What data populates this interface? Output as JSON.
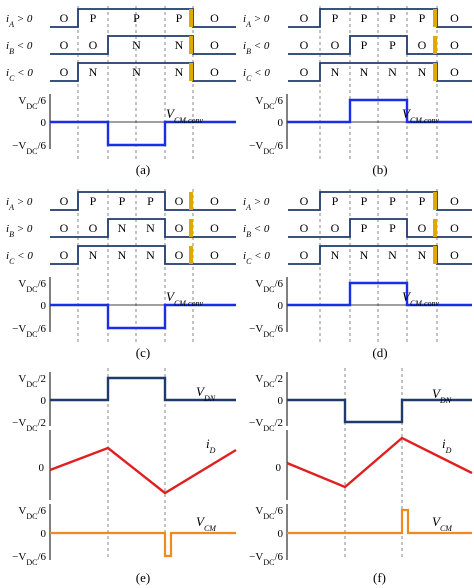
{
  "colors": {
    "switching_line": "#1f3a6b",
    "vcm_conv": "#1a2ee6",
    "dc_state": "#e0a800",
    "pink_state": "#d98aa0",
    "id_current": "#e02020",
    "vcm": "#f08a1e",
    "vdn": "#1f3a6b"
  },
  "panels": [
    {
      "caption": "(a)",
      "rows": [
        {
          "label_main": "i",
          "label_sub": "A",
          "label_rest": " > 0",
          "states": [
            "O",
            "P",
            "P",
            "P",
            "O"
          ]
        },
        {
          "label_main": "i",
          "label_sub": "B",
          "label_rest": " < 0",
          "states": [
            "O",
            "O",
            "N",
            "N",
            "O"
          ]
        },
        {
          "label_main": "i",
          "label_sub": "C",
          "label_rest": " < 0",
          "states": [
            "O",
            "N",
            "N",
            "N",
            "O"
          ]
        }
      ],
      "ticks": [
        "V",
        "DC",
        "/6",
        "0",
        "−V",
        "DC",
        "/6"
      ],
      "vcm_label": "V",
      "vcm_sub": "CM.conv"
    },
    {
      "caption": "(b)",
      "rows": [
        {
          "label_main": "i",
          "label_sub": "A",
          "label_rest": " > 0",
          "states": [
            "O",
            "P",
            "P",
            "P",
            "P",
            "O"
          ]
        },
        {
          "label_main": "i",
          "label_sub": "B",
          "label_rest": " < 0",
          "states": [
            "O",
            "O",
            "P",
            "P",
            "O",
            "O"
          ]
        },
        {
          "label_main": "i",
          "label_sub": "C",
          "label_rest": " < 0",
          "states": [
            "O",
            "N",
            "N",
            "N",
            "N",
            "O"
          ]
        }
      ],
      "ticks": [
        "V",
        "DC",
        "/6",
        "0",
        "−V",
        "DC",
        "/6"
      ],
      "vcm_label": "V",
      "vcm_sub": "CM.conv"
    },
    {
      "caption": "(c)",
      "rows": [
        {
          "label_main": "i",
          "label_sub": "A",
          "label_rest": " > 0",
          "states": [
            "O",
            "P",
            "P",
            "P",
            "O",
            "O"
          ]
        },
        {
          "label_main": "i",
          "label_sub": "B",
          "label_rest": " > 0",
          "states": [
            "O",
            "O",
            "N",
            "N",
            "O",
            "O"
          ]
        },
        {
          "label_main": "i",
          "label_sub": "C",
          "label_rest": " < 0",
          "states": [
            "O",
            "N",
            "N",
            "N",
            "O",
            "O"
          ]
        }
      ],
      "ticks": [
        "V",
        "DC",
        "/6",
        "0",
        "−V",
        "DC",
        "/6"
      ],
      "vcm_label": "V",
      "vcm_sub": "CM.conv"
    },
    {
      "caption": "(d)",
      "rows": [
        {
          "label_main": "i",
          "label_sub": "A",
          "label_rest": " > 0",
          "states": [
            "O",
            "P",
            "P",
            "P",
            "P",
            "O"
          ]
        },
        {
          "label_main": "i",
          "label_sub": "B",
          "label_rest": " < 0",
          "states": [
            "O",
            "O",
            "P",
            "P",
            "O",
            "O"
          ]
        },
        {
          "label_main": "i",
          "label_sub": "C",
          "label_rest": " < 0",
          "states": [
            "O",
            "N",
            "N",
            "N",
            "N",
            "O"
          ]
        }
      ],
      "ticks": [
        "V",
        "DC",
        "/6",
        "0",
        "−V",
        "DC",
        "/6"
      ],
      "vcm_label": "V",
      "vcm_sub": "CM.conv"
    },
    {
      "caption": "(e)",
      "vdn_ticks": [
        "V",
        "DC",
        "/2",
        "0",
        "−V",
        "DC",
        "/2"
      ],
      "vdn_label": "V",
      "vdn_sub": "DN",
      "id_label": "i",
      "id_sub": "D",
      "id_tick": "0",
      "vcm_ticks": [
        "V",
        "DC",
        "/6",
        "0",
        "−V",
        "DC",
        "/6"
      ],
      "vcm_label": "V",
      "vcm_sub": "CM"
    },
    {
      "caption": "(f)",
      "vdn_ticks": [
        "V",
        "DC",
        "/2",
        "0",
        "−V",
        "DC",
        "/2"
      ],
      "vdn_label": "V",
      "vdn_sub": "DN",
      "id_label": "i",
      "id_sub": "D",
      "id_tick": "0",
      "vcm_ticks": [
        "V",
        "DC",
        "/6",
        "0",
        "−V",
        "DC",
        "/6"
      ],
      "vcm_label": "V",
      "vcm_sub": "CM"
    }
  ]
}
